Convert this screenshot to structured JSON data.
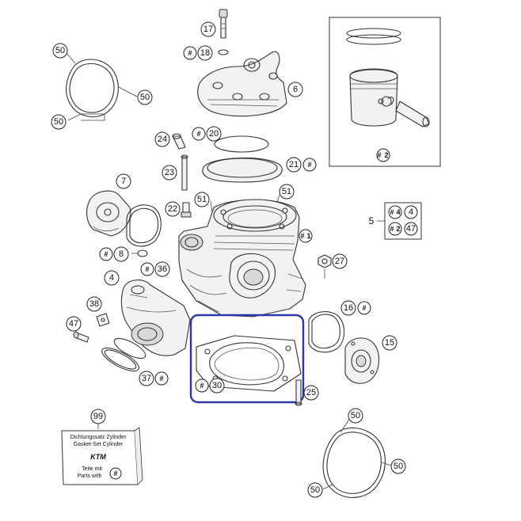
{
  "highlight_color": "#2b36a8",
  "parts": {
    "p50a": "50",
    "p50b": "50",
    "p50c": "50",
    "p17": "17",
    "p18": "18",
    "p6": "6",
    "p2": "2",
    "p24": "24",
    "p20": "20",
    "p21": "21",
    "p23": "23",
    "p7": "7",
    "p22": "22",
    "p51a": "51",
    "p51b": "51",
    "p5": "5",
    "p4": "4",
    "p2b": "2",
    "p47b": "47",
    "p1": "1",
    "p8": "8",
    "p36": "36",
    "p27": "27",
    "p4b": "4",
    "p38": "38",
    "p16": "16",
    "p15": "15",
    "p47": "47",
    "p37": "37",
    "p30": "30",
    "p25": "25",
    "p99": "99",
    "p50d": "50",
    "p50e": "50",
    "p50f": "50"
  },
  "hash_symbol": "#",
  "gasket_box": {
    "line1": "Dichtungssatz Zylinder",
    "line2": "Gasket-Set Cylinder",
    "brand": "KTM",
    "line3": "Teile mit",
    "line4": "Parts with"
  }
}
